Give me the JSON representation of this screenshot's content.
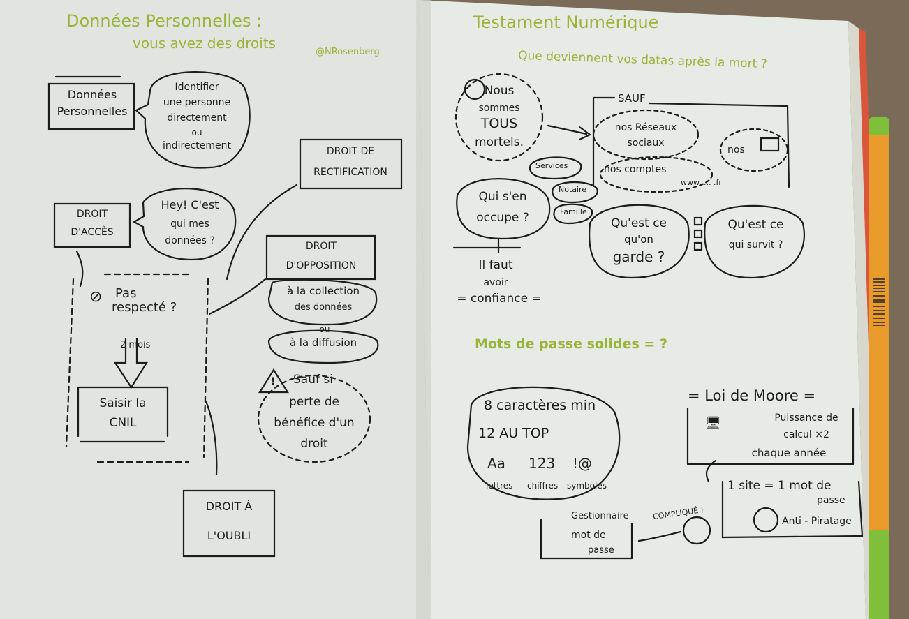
{
  "left_page": {
    "title": "Données Personnelles :",
    "subtitle": "vous avez des droits",
    "credit": "@NRosenberg",
    "box_donnees_line1": "Données",
    "box_donnees_line2": "Personnelles",
    "bubble_identifier": [
      "Identifier",
      "une personne",
      "directement",
      "ou",
      "indirectement"
    ],
    "box_rectification_line1": "DROIT DE",
    "box_rectification_line2": "RECTIFICATION",
    "box_acces_line1": "DROIT",
    "box_acces_line2": "D'ACCÈS",
    "bubble_hey": [
      "Hey! C'est",
      "qui mes",
      "données ?"
    ],
    "box_opposition_line1": "DROIT",
    "box_opposition_line2": "D'OPPOSITION",
    "bubble_collection": [
      "à la collection",
      "des données"
    ],
    "ou": "ou",
    "bubble_diffusion": "à la diffusion",
    "pas_respecte_line1": "Pas",
    "pas_respecte_line2": "respecté ?",
    "deux_mois": "2 mois",
    "box_cnil_line1": "Saisir la",
    "box_cnil_line2": "CNIL",
    "warning_text": [
      "Sauf si",
      "perte de",
      "bénéfice d'un",
      "droit"
    ],
    "box_oubli_line1": "DROIT À",
    "box_oubli_line2": "L'OUBLI"
  },
  "right_page": {
    "title": "Testament Numérique",
    "subtitle": "Que deviennent vos datas après la mort ?",
    "bubble_mortels": [
      "Nous",
      "sommes",
      "TOUS",
      "mortels."
    ],
    "sauf_label": "SAUF",
    "reseaux": [
      "nos Réseaux",
      "sociaux"
    ],
    "nos_label": "nos",
    "comptes": "nos comptes",
    "www": "www. ... .fr",
    "occupe": [
      "Qui s'en",
      "occupe ?"
    ],
    "tag_services": "Services",
    "tag_notaire": "Notaire",
    "tag_famille": "Famille",
    "confiance": [
      "Il faut",
      "avoir",
      "= confiance ="
    ],
    "garde": [
      "Qu'est ce",
      "qu'on",
      "garde ?"
    ],
    "survit": [
      "Qu'est ce",
      "qui survit ?"
    ],
    "passwords_title": "Mots de passe solides = ?",
    "caracteres": "8 caractères min",
    "top": "12 AU TOP",
    "types_symbols": [
      "Aa",
      "123",
      "!@"
    ],
    "types_labels": [
      "lettres",
      "chiffres",
      "symboles"
    ],
    "moore_title": "= Loi de Moore =",
    "moore_text": [
      "Puissance de",
      "calcul ×2",
      "chaque année"
    ],
    "site_rule": [
      "1 site = 1 mot de",
      "passe"
    ],
    "anti_piratage": "Anti - Piratage",
    "complique": "COMPLIQUÉ !",
    "gestionnaire": [
      "Gestionnaire",
      "mot de",
      "passe"
    ]
  },
  "colors": {
    "paper": "#e3e8e2",
    "ink": "#1c1c1c",
    "title_green": "#9ab33a",
    "table": "#7a6a58",
    "pen_orange": "#e89a2a",
    "pen_green": "#7fbf3a"
  }
}
